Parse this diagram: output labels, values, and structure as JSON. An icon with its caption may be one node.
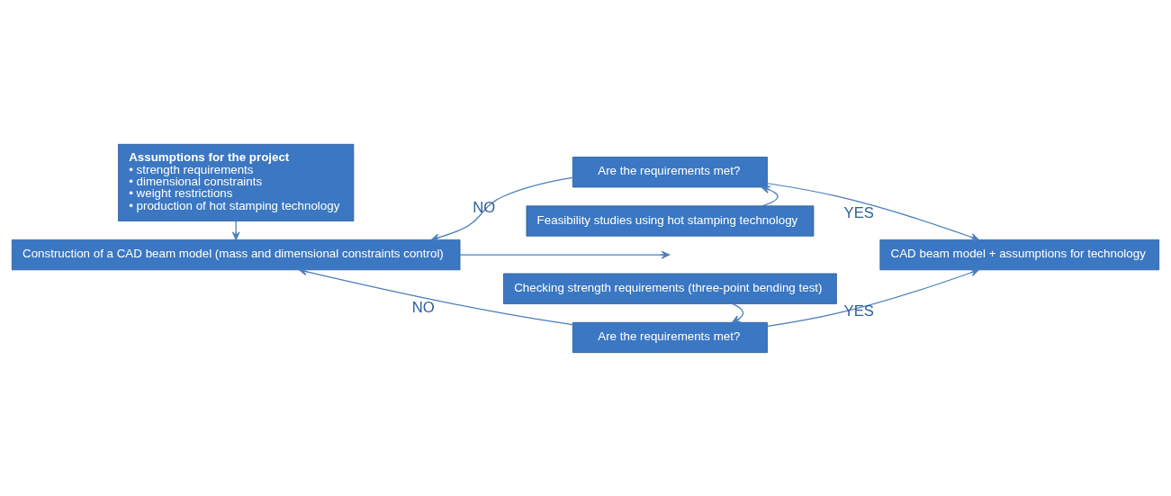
{
  "diagram": {
    "nodes": [
      {
        "text": [
          "Assumptions for the project",
          "• strength requirements",
          "• dimensional constraints",
          "• weight restrictions",
          "• production of hot stamping technology"
        ]
      },
      {
        "text": [
          "Construction of a CAD beam model (mass and dimensional constraints control)"
        ]
      },
      {
        "text": [
          "Are the requirements met?"
        ]
      },
      {
        "text": [
          "Feasibility studies using hot stamping technology"
        ]
      },
      {
        "text": [
          "Checking strength requirements (three-point bending test)"
        ]
      },
      {
        "text": [
          "Are the requirements met?"
        ]
      },
      {
        "text": [
          "CAD beam model + assumptions for technology"
        ]
      }
    ],
    "edges": [
      {
        "from": 0,
        "to": 1,
        "arrow": "to"
      },
      {
        "from": 1,
        "to": null,
        "arrow": "to"
      },
      {
        "from": 3,
        "to": 2,
        "arrow": "to"
      },
      {
        "from": 2,
        "to": 1,
        "arrow": "to",
        "label": "NO"
      },
      {
        "from": 2,
        "to": 6,
        "arrow": "to",
        "label": "YES"
      },
      {
        "from": 4,
        "to": 5,
        "arrow": "to"
      },
      {
        "from": 5,
        "to": 1,
        "arrow": "to",
        "label": "NO"
      },
      {
        "from": 5,
        "to": 6,
        "arrow": "to",
        "label": "YES"
      }
    ]
  }
}
